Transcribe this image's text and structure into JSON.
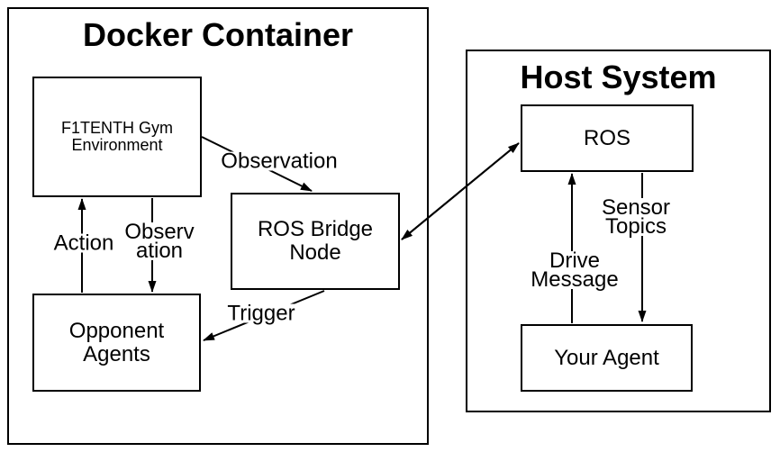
{
  "diagram": {
    "background_color": "#ffffff",
    "stroke_color": "#000000",
    "containers": [
      {
        "id": "docker",
        "title": "Docker Container"
      },
      {
        "id": "host",
        "title": "Host System"
      }
    ],
    "nodes": [
      {
        "id": "gym",
        "container": "docker",
        "label": "F1TENTH Gym\nEnvironment"
      },
      {
        "id": "ros-bridge",
        "container": "docker",
        "label": "ROS Bridge\nNode"
      },
      {
        "id": "opponent",
        "container": "docker",
        "label": "Opponent\nAgents"
      },
      {
        "id": "ros",
        "container": "host",
        "label": "ROS"
      },
      {
        "id": "your-agent",
        "container": "host",
        "label": "Your Agent"
      }
    ],
    "edges": [
      {
        "id": "observation-to-bridge",
        "from": "gym",
        "to": "ros-bridge",
        "direction": "one-way",
        "label": "Observation"
      },
      {
        "id": "action",
        "from": "opponent",
        "to": "gym",
        "direction": "one-way",
        "label": "Action"
      },
      {
        "id": "observation-to-opponent",
        "from": "gym",
        "to": "opponent",
        "direction": "one-way",
        "label": "Observ\nation"
      },
      {
        "id": "trigger",
        "from": "ros-bridge",
        "to": "opponent",
        "direction": "one-way",
        "label": "Trigger"
      },
      {
        "id": "bridge-ros-link",
        "from": "ros-bridge",
        "to": "ros",
        "direction": "two-way",
        "label": ""
      },
      {
        "id": "drive-message",
        "from": "your-agent",
        "to": "ros",
        "direction": "one-way",
        "label": "Drive\nMessage"
      },
      {
        "id": "sensor-topics",
        "from": "ros",
        "to": "your-agent",
        "direction": "one-way",
        "label": "Sensor\nTopics"
      }
    ]
  }
}
